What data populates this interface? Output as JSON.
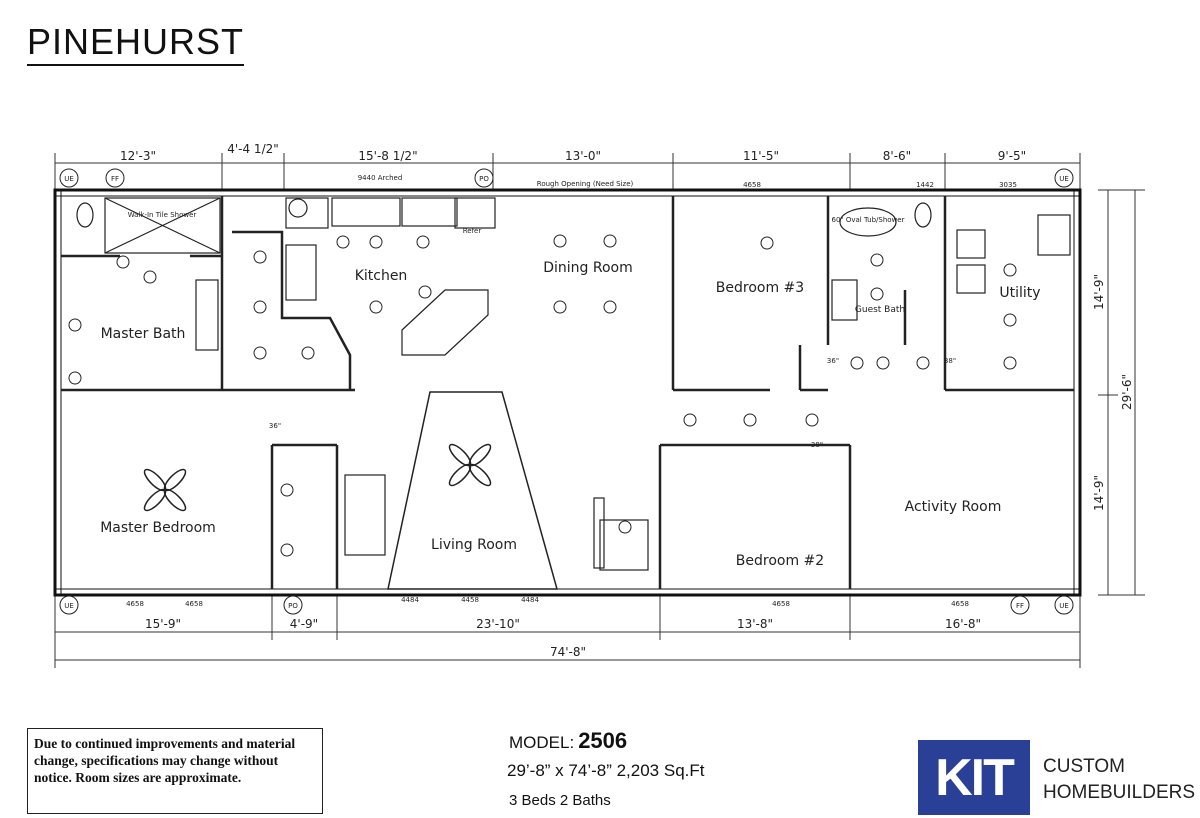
{
  "title": "PINEHURST",
  "dimensions": {
    "top": [
      "12'-3\"",
      "4'-4 1/2\"",
      "15'-8 1/2\"",
      "13'-0\"",
      "11'-5\"",
      "8'-6\"",
      "9'-5\""
    ],
    "bottom": [
      "15'-9\"",
      "4'-9\"",
      "23'-10\"",
      "13'-8\"",
      "16'-8\""
    ],
    "overall": "74'-8\"",
    "right": [
      "14'-9\"",
      "14'-9\""
    ],
    "right_total": "29'-6\""
  },
  "rooms": {
    "master_bath": "Master Bath",
    "master_bedroom": "Master Bedroom",
    "kitchen": "Kitchen",
    "dining": "Dining Room",
    "living": "Living Room",
    "bedroom3": "Bedroom #3",
    "bedroom2": "Bedroom #2",
    "utility": "Utility",
    "activity": "Activity Room",
    "guest_bath": "Guest Bath"
  },
  "plan_notes": {
    "arched": "9440 Arched",
    "rough_opening": "Rough Opening (Need Size)",
    "walkin_shower": "Walk-In Tile Shower",
    "oval_tub": "60\" Oval Tub/Shower",
    "refer": "Refer",
    "ue": "UE",
    "ff": "FF",
    "po": "PO",
    "window_4658": "4658",
    "window_4484": "4484",
    "window_4458": "4458",
    "window_3035": "3035",
    "window_1442": "1442",
    "door_36": "36\"",
    "door_38": "38\""
  },
  "disclaimer": "Due to continued improvements and material change, specifications may change without notice. Room sizes are approximate.",
  "model": {
    "label": "MODEL:",
    "number": "2506"
  },
  "size_line": "29’-8” x 74’-8”   2,203 Sq.Ft",
  "beds_baths": "3 Beds 2 Baths",
  "logo": {
    "mark": "KIT",
    "line1": "CUSTOM",
    "line2": "HOMEBUILDERS",
    "color": "#2a3f96"
  }
}
